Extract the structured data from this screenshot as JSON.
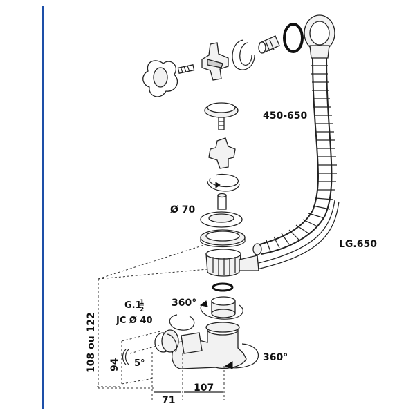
{
  "labels": {
    "hose_length_range": "450-650",
    "overflow_pipe_length": "LG.650",
    "diameter_70": "Ø 70",
    "rotation_upper": "360°",
    "rotation_lower": "360°",
    "thread_spec_prefix": "G.1",
    "thread_spec_fraction_num": "1",
    "thread_spec_fraction_den": "2",
    "joint_spec": "JC Ø 40",
    "height_range": "108 ou 122",
    "dimension_94": "94",
    "angle_5": "5°",
    "dimension_71": "71",
    "dimension_107": "107"
  },
  "colors": {
    "margin_line": "#1d4fa8",
    "line": "#222222",
    "fill_light": "#f2f2f2",
    "fill_dark": "#cfcfcf",
    "gasket": "#111111"
  }
}
